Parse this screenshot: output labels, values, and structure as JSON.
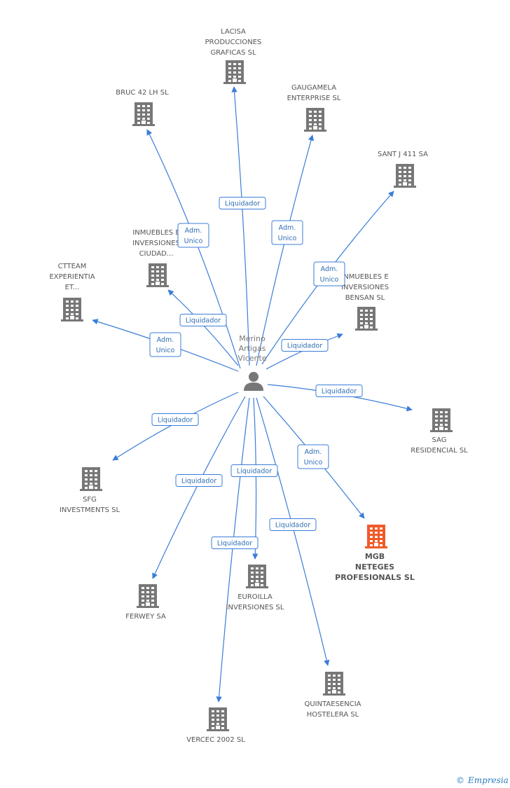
{
  "center": {
    "name_lines": [
      "Merino",
      "Artigas",
      "Vicente"
    ],
    "icon": "person-icon"
  },
  "colors": {
    "edge": "#3b7dd8",
    "node": "#777777",
    "highlight": "#f05a28",
    "label_box_border": "#3b7dd8",
    "label_text": "#2e6db4"
  },
  "nodes": [
    {
      "id": "lacisa",
      "lines": [
        "LACISA",
        "PRODUCCIONES",
        "GRAFICAS SL"
      ],
      "highlight": false
    },
    {
      "id": "bruc",
      "lines": [
        "BRUC 42 LH SL"
      ],
      "highlight": false
    },
    {
      "id": "gaugamela",
      "lines": [
        "GAUGAMELA",
        "ENTERPRISE SL"
      ],
      "highlight": false
    },
    {
      "id": "santj",
      "lines": [
        "SANT J 411 SA"
      ],
      "highlight": false
    },
    {
      "id": "inmuebles_ciudad",
      "lines": [
        "INMUEBLES E",
        "INVERSIONES",
        "CIUDAD..."
      ],
      "highlight": false
    },
    {
      "id": "ctteam",
      "lines": [
        "CTTEAM",
        "EXPERIENTIA",
        "ET..."
      ],
      "highlight": false
    },
    {
      "id": "inmuebles_bensan",
      "lines": [
        "INMUEBLES E",
        "INVERSIONES",
        "BENSAN SL"
      ],
      "highlight": false
    },
    {
      "id": "sag",
      "lines": [
        "SAG",
        "RESIDENCIAL SL"
      ],
      "highlight": false
    },
    {
      "id": "sfg",
      "lines": [
        "SFG",
        "INVESTMENTS SL"
      ],
      "highlight": false
    },
    {
      "id": "mgb",
      "lines": [
        "MGB",
        "NETEGES",
        "PROFESIONALS SL"
      ],
      "highlight": true
    },
    {
      "id": "ferwey",
      "lines": [
        "FERWEY SA"
      ],
      "highlight": false
    },
    {
      "id": "euroilla",
      "lines": [
        "EUROILLA",
        "INVERSIONES SL"
      ],
      "highlight": false
    },
    {
      "id": "quintaesencia",
      "lines": [
        "QUINTAESENCIA",
        "HOSTELERA SL"
      ],
      "highlight": false
    },
    {
      "id": "vercec",
      "lines": [
        "VERCEC 2002 SL"
      ],
      "highlight": false
    }
  ],
  "edges": [
    {
      "to": "lacisa",
      "label_lines": [
        "Liquidador"
      ]
    },
    {
      "to": "bruc",
      "label_lines": [
        "Adm.",
        "Unico"
      ]
    },
    {
      "to": "gaugamela",
      "label_lines": [
        "Adm.",
        "Unico"
      ]
    },
    {
      "to": "santj",
      "label_lines": [
        "Adm.",
        "Unico"
      ]
    },
    {
      "to": "inmuebles_ciudad",
      "label_lines": [
        "Liquidador"
      ]
    },
    {
      "to": "ctteam",
      "label_lines": [
        "Adm.",
        "Unico"
      ]
    },
    {
      "to": "inmuebles_bensan",
      "label_lines": [
        "Liquidador"
      ]
    },
    {
      "to": "sag",
      "label_lines": [
        "Liquidador"
      ]
    },
    {
      "to": "sfg",
      "label_lines": [
        "Liquidador"
      ]
    },
    {
      "to": "mgb",
      "label_lines": [
        "Adm.",
        "Unico"
      ]
    },
    {
      "to": "ferwey",
      "label_lines": [
        "Liquidador"
      ]
    },
    {
      "to": "euroilla",
      "label_lines": [
        "Liquidador"
      ]
    },
    {
      "to": "quintaesencia",
      "label_lines": [
        "Liquidador"
      ]
    },
    {
      "to": "vercec",
      "label_lines": [
        "Liquidador"
      ]
    }
  ],
  "watermark": {
    "symbol": "©",
    "brand": "Empresia",
    "icon": "copyright-icon"
  }
}
